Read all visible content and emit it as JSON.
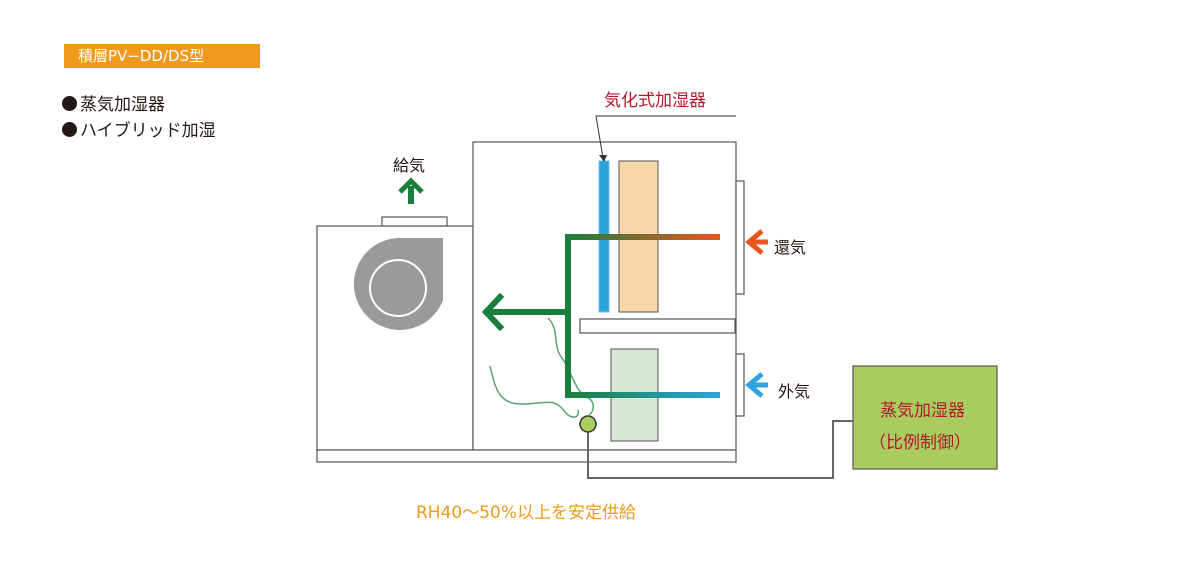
{
  "model_label": "積層PV−DD/DS型",
  "features": [
    "蒸気加湿器",
    "ハイブリッド加湿"
  ],
  "labels": {
    "supply_air": "給気",
    "return_air": "還気",
    "outside_air": "外気",
    "evaporative_humidifier": "気化式加湿器",
    "steam_humidifier": "蒸気加湿器",
    "steam_humidifier_control": "（比例制御）",
    "caption": "RH40〜50%以上を安定供給"
  },
  "colors": {
    "badge": "#f09a1d",
    "green_flow": "#1a7f3c",
    "return_arrow": "#e8551f",
    "outside_arrow": "#2fa3dc",
    "steam_box": "#a8cc5e",
    "evap_pad": "#f7d6a8",
    "label_red": "#b3192d"
  },
  "icons": [
    "fan-icon",
    "arrow-up-icon",
    "arrow-left-icon"
  ]
}
